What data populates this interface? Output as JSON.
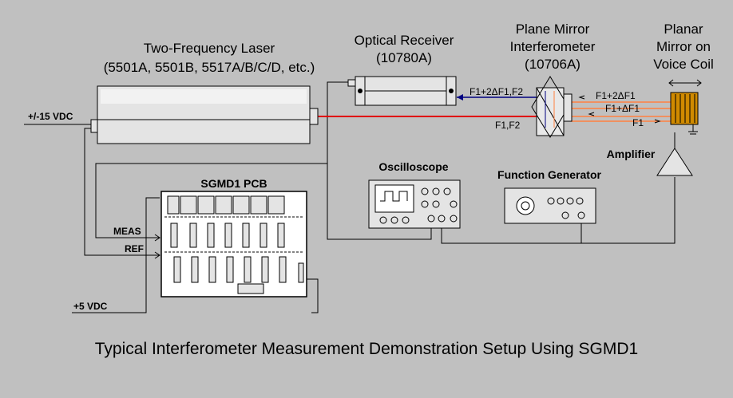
{
  "labels": {
    "laser": {
      "line1": "Two-Frequency Laser",
      "line2": "(5501A, 5501B, 5517A/B/C/D, etc.)"
    },
    "receiver": {
      "line1": "Optical Receiver",
      "line2": "(10780A)"
    },
    "interferometer": {
      "line1": "Plane Mirror",
      "line2": "Interferometer",
      "line3": "(10706A)"
    },
    "mirror": {
      "line1": "Planar",
      "line2": "Mirror on",
      "line3": "Voice Coil"
    },
    "vdc15": "+/-15 VDC",
    "vdc5": "+5 VDC",
    "pcb": "SGMD1 PCB",
    "meas": "MEAS",
    "ref": "REF",
    "oscilloscope": "Oscilloscope",
    "function_generator": "Function Generator",
    "amplifier": "Amplifier"
  },
  "beams": {
    "receiver_return": "F1+2ΔF1,F2",
    "laser_out": "F1,F2",
    "mirror_return2": "F1+2ΔF1",
    "mirror_return1": "F1+ΔF1",
    "mirror_out": "F1"
  },
  "caption": "Typical Interferometer Measurement Demonstration Setup Using SGMD1",
  "colors": {
    "background": "#c0c0c0",
    "laser_beam": "#e00000",
    "return_beam": "#000080",
    "orange_beam": "#ff8040"
  }
}
